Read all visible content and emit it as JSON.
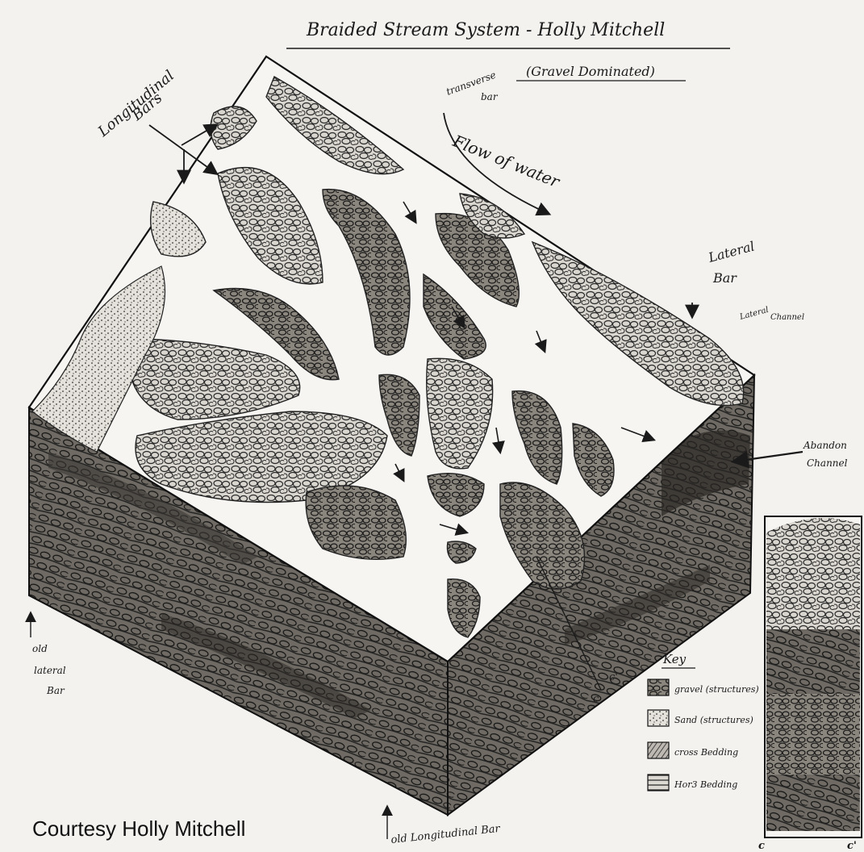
{
  "title": "Braided Stream System - Holly Mitchell",
  "subtitle": "(Gravel Dominated)",
  "labels": {
    "longitudinal_bars": [
      "Longitudinal",
      "Bars"
    ],
    "transverse_bar": [
      "transverse",
      "bar"
    ],
    "flow_of_water": "Flow of water",
    "lateral_bar_right": [
      "Lateral",
      "Bar"
    ],
    "lateral_channel": [
      "Lateral",
      "Channel"
    ],
    "abandon_channel": [
      "Abandon",
      "Channel"
    ],
    "old_lateral_bar": [
      "old",
      "lateral",
      "Bar"
    ],
    "old_longitudinal_bar": "old Longitudinal Bar",
    "section_c": "c",
    "section_c_prime": "c'",
    "column_c": "c",
    "column_c_prime": "c'"
  },
  "key": {
    "title": "Key",
    "items": [
      {
        "label": "gravel (structures)",
        "pattern": "gravel"
      },
      {
        "label": "Sand (structures)",
        "pattern": "sand"
      },
      {
        "label": "cross Bedding",
        "pattern": "cross"
      },
      {
        "label": "Hor3 Bedding",
        "pattern": "horizontal"
      }
    ]
  },
  "credit": "Courtesy Holly Mitchell",
  "colors": {
    "ink": "#1a1a1a",
    "paper": "#f3f2ef",
    "shade": "#6e6a64"
  }
}
